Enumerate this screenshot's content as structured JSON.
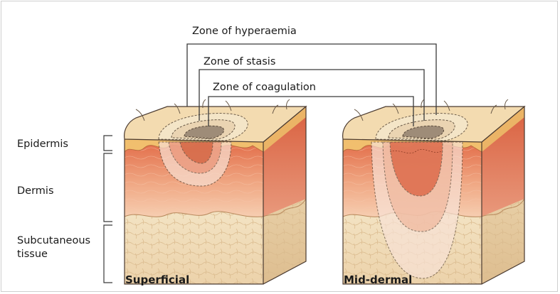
{
  "zones": {
    "hyperaemia": "Zone of hyperaemia",
    "stasis": "Zone of stasis",
    "coagulation": "Zone of coagulation"
  },
  "layers": {
    "epidermis": "Epidermis",
    "dermis": "Dermis",
    "subcutaneous_line1": "Subcutaneous",
    "subcutaneous_line2": "tissue"
  },
  "captions": {
    "left": "Superficial",
    "right": "Mid-dermal"
  },
  "colors": {
    "skin_top": "#f3dbb0",
    "epidermis": "#f0c074",
    "dermis_light": "#f4c0a2",
    "dermis_dark": "#e2734d",
    "subcutaneous": "#f2e0c0",
    "coagulation": "#9e8c78"
  }
}
